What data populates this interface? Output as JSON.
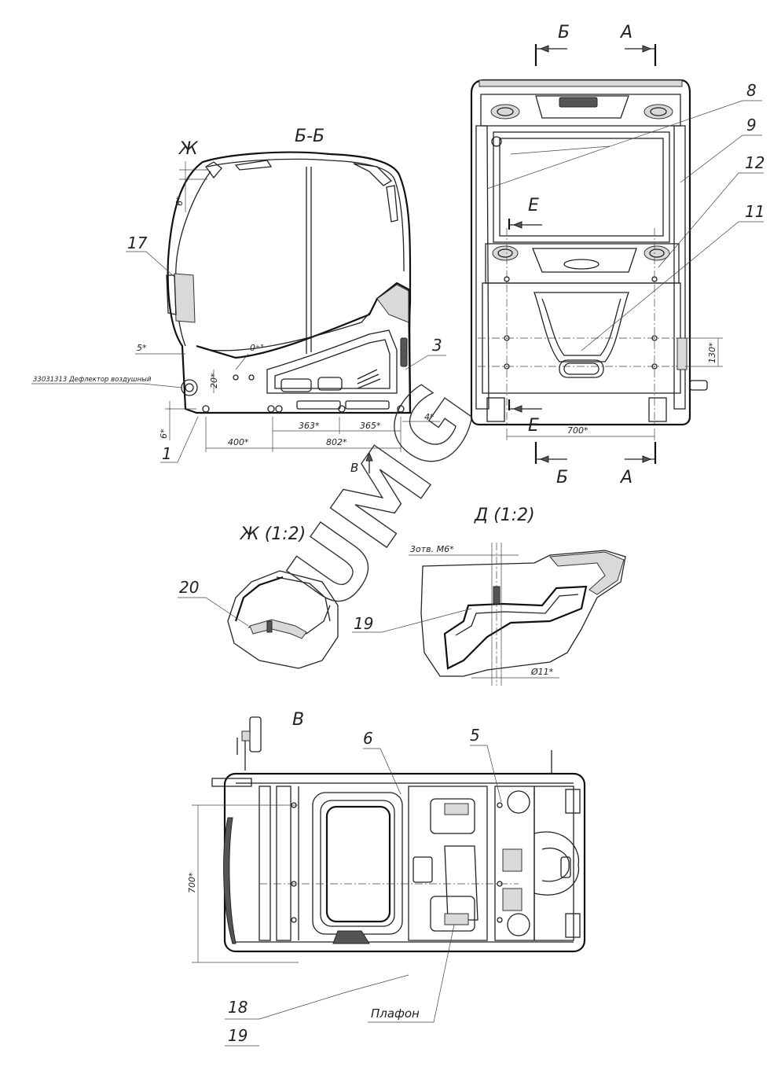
{
  "views": {
    "bb_title": "Б-Б",
    "zh_mark": "Ж",
    "zh_title": "Ж (1:2)",
    "d_title": "Д (1:2)",
    "v_title": "В",
    "v_arrow_label": "В",
    "b_top": "Б",
    "a_top": "А",
    "b_bottom": "Б",
    "a_bottom": "А",
    "e_top": "Е",
    "e_bottom": "Е"
  },
  "callouts": {
    "c1": "1",
    "c3": "3",
    "c5": "5",
    "c6": "6",
    "c8": "8",
    "c9": "9",
    "c11": "11",
    "c12": "12",
    "c17": "17",
    "c18": "18",
    "c19a": "19",
    "c19b": "19",
    "c20": "20",
    "deflector": "33031313 Дефлектор воздушный",
    "lamp": "Плафон",
    "hole": "3отв. М6*"
  },
  "dimensions": {
    "d400": "400*",
    "d802": "802*",
    "d363": "363*",
    "d365": "365*",
    "d4": "4*",
    "d5": "5*",
    "d6a": "6*",
    "d6b": "6*",
    "d0": "0⁺³",
    "d20": "20*",
    "d700a": "700*",
    "d700b": "700*",
    "d130": "130*",
    "d11": "Ø11*"
  },
  "watermark": "UMG"
}
